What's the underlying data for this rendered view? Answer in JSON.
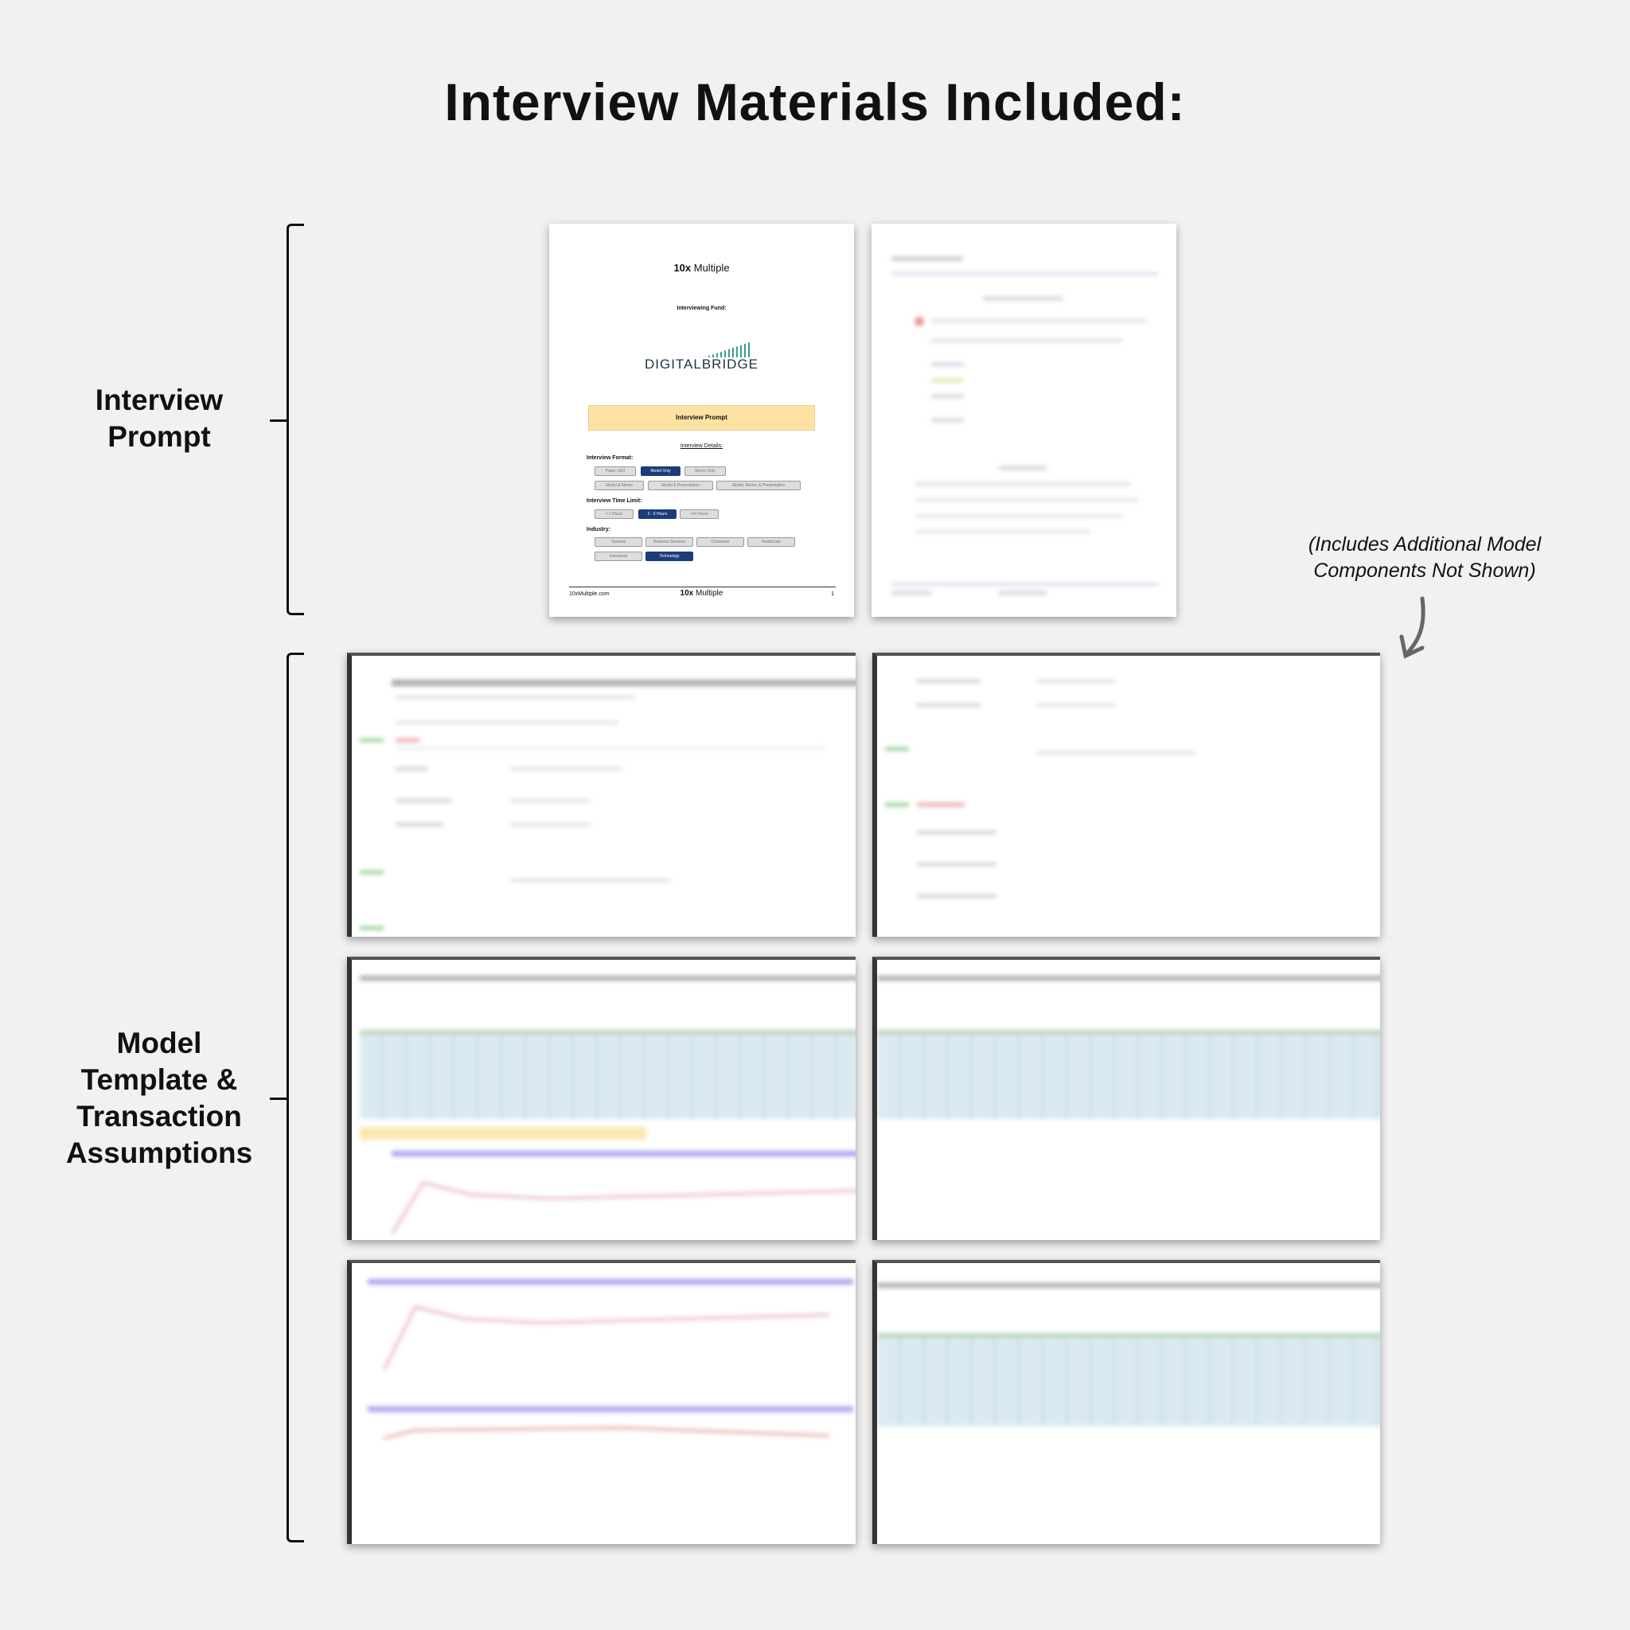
{
  "title": "Interview Materials Included:",
  "sections": {
    "prompt": "Interview Prompt",
    "model": "Model Template & Transaction Assumptions"
  },
  "note": "(Includes Additional Model Components Not Shown)",
  "cover": {
    "brand_bold": "10x",
    "brand_rest": " Multiple",
    "fund_label": "Interviewing Fund:",
    "fund_logo": "DIGITALBRIDGE",
    "prompt_title": "Interview Prompt",
    "details_heading": "Interview Details:",
    "format_label": "Interview Format:",
    "formats": [
      "Paper LBO",
      "Model Only",
      "Memo Only",
      "Model & Memo",
      "Model & Presentation",
      "Model, Memo, & Presentation"
    ],
    "time_label": "Interview Time Limit:",
    "times": [
      "< 2 Hours",
      "2 - 5 Hours",
      ">24 Hours"
    ],
    "industry_label": "Industry:",
    "industries": [
      "General",
      "Business Services",
      "Consumer",
      "Healthcare",
      "Industrials",
      "Technology"
    ],
    "footer_url": "10xMultiple.com",
    "page_number": "1"
  }
}
